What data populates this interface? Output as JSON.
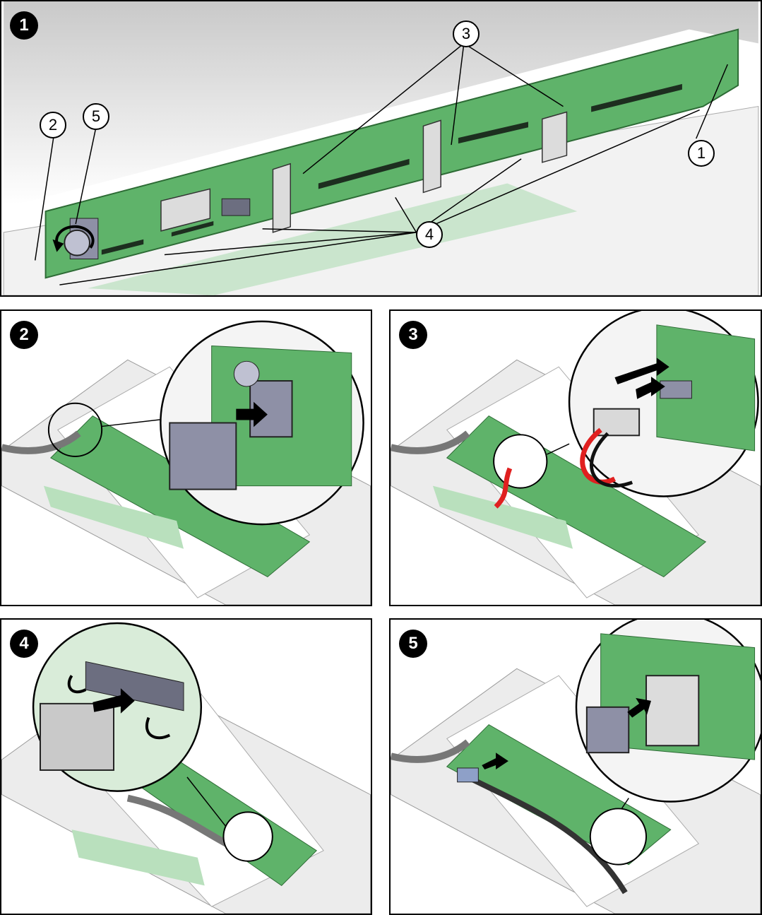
{
  "panels": [
    {
      "step": "1",
      "callouts": [
        "1",
        "2",
        "3",
        "4",
        "5"
      ]
    },
    {
      "step": "2"
    },
    {
      "step": "3"
    },
    {
      "step": "4"
    },
    {
      "step": "5"
    }
  ],
  "colors": {
    "board": "#5fb36a",
    "board_light": "#b9e0bd",
    "chassis": "#e6e6e6",
    "chassis_edge": "#8c8c8c",
    "connector": "#8e90a6",
    "cable_red": "#e02020",
    "arrow": "#000000"
  }
}
